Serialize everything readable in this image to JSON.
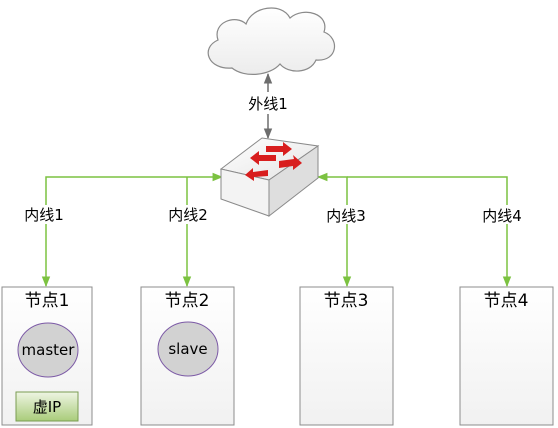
{
  "uplink": {
    "label": "外线1"
  },
  "links": [
    {
      "label": "内线1"
    },
    {
      "label": "内线2"
    },
    {
      "label": "内线3"
    },
    {
      "label": "内线4"
    }
  ],
  "nodes": [
    {
      "title": "节点1",
      "role": "master",
      "badge": "虚IP"
    },
    {
      "title": "节点2",
      "role": "slave"
    },
    {
      "title": "节点3"
    },
    {
      "title": "节点4"
    }
  ],
  "icons": {
    "cloud": "cloud-icon",
    "switch": "network-switch-icon"
  },
  "colors": {
    "inner_link": "#7cc241",
    "outer_link": "#6d6d6d",
    "node_border": "#8c8c8c",
    "role_fill": "#d2d2d2",
    "role_border": "#7c5aa6",
    "badge_top": "#eef5e3",
    "badge_bottom": "#a9cc7a",
    "switch_arrow": "#d81e1e"
  }
}
